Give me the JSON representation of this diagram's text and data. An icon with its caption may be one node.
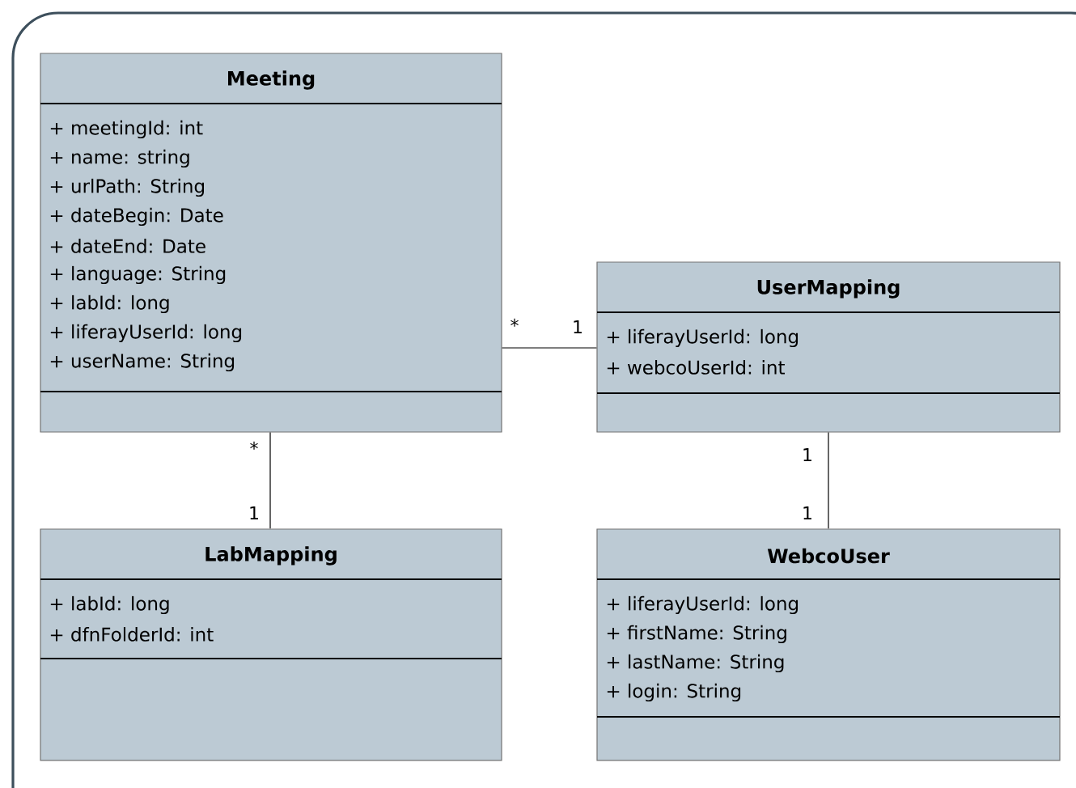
{
  "diagram": {
    "nodes": [
      {
        "text": [
          "Meeting",
          "+ meetingId: int",
          "+ name: string",
          "+ urlPath: String",
          "+ dateBegin: Date",
          "+ dateEnd: Date",
          "+ language: String",
          "+ labId: long",
          "+ liferayUserId: long",
          "+ userName: String"
        ]
      },
      {
        "text": [
          "UserMapping",
          "+ liferayUserId: long",
          "+ webcoUserId: int"
        ]
      },
      {
        "text": [
          "LabMapping",
          "+ labId: long",
          "+ dfnFolderId: int"
        ]
      },
      {
        "text": [
          "WebcoUser",
          "+ liferayUserId: long",
          "+ firstName: String",
          "+ lastName: String",
          "+ login: String"
        ]
      }
    ],
    "edges": [
      {
        "from": 0,
        "to": 1,
        "arrow": "none"
      },
      {
        "from": 0,
        "to": 2,
        "arrow": "none"
      },
      {
        "from": 1,
        "to": 3,
        "arrow": "none"
      }
    ],
    "labels": [
      "*",
      "1",
      "*",
      "1",
      "1",
      "1"
    ]
  }
}
